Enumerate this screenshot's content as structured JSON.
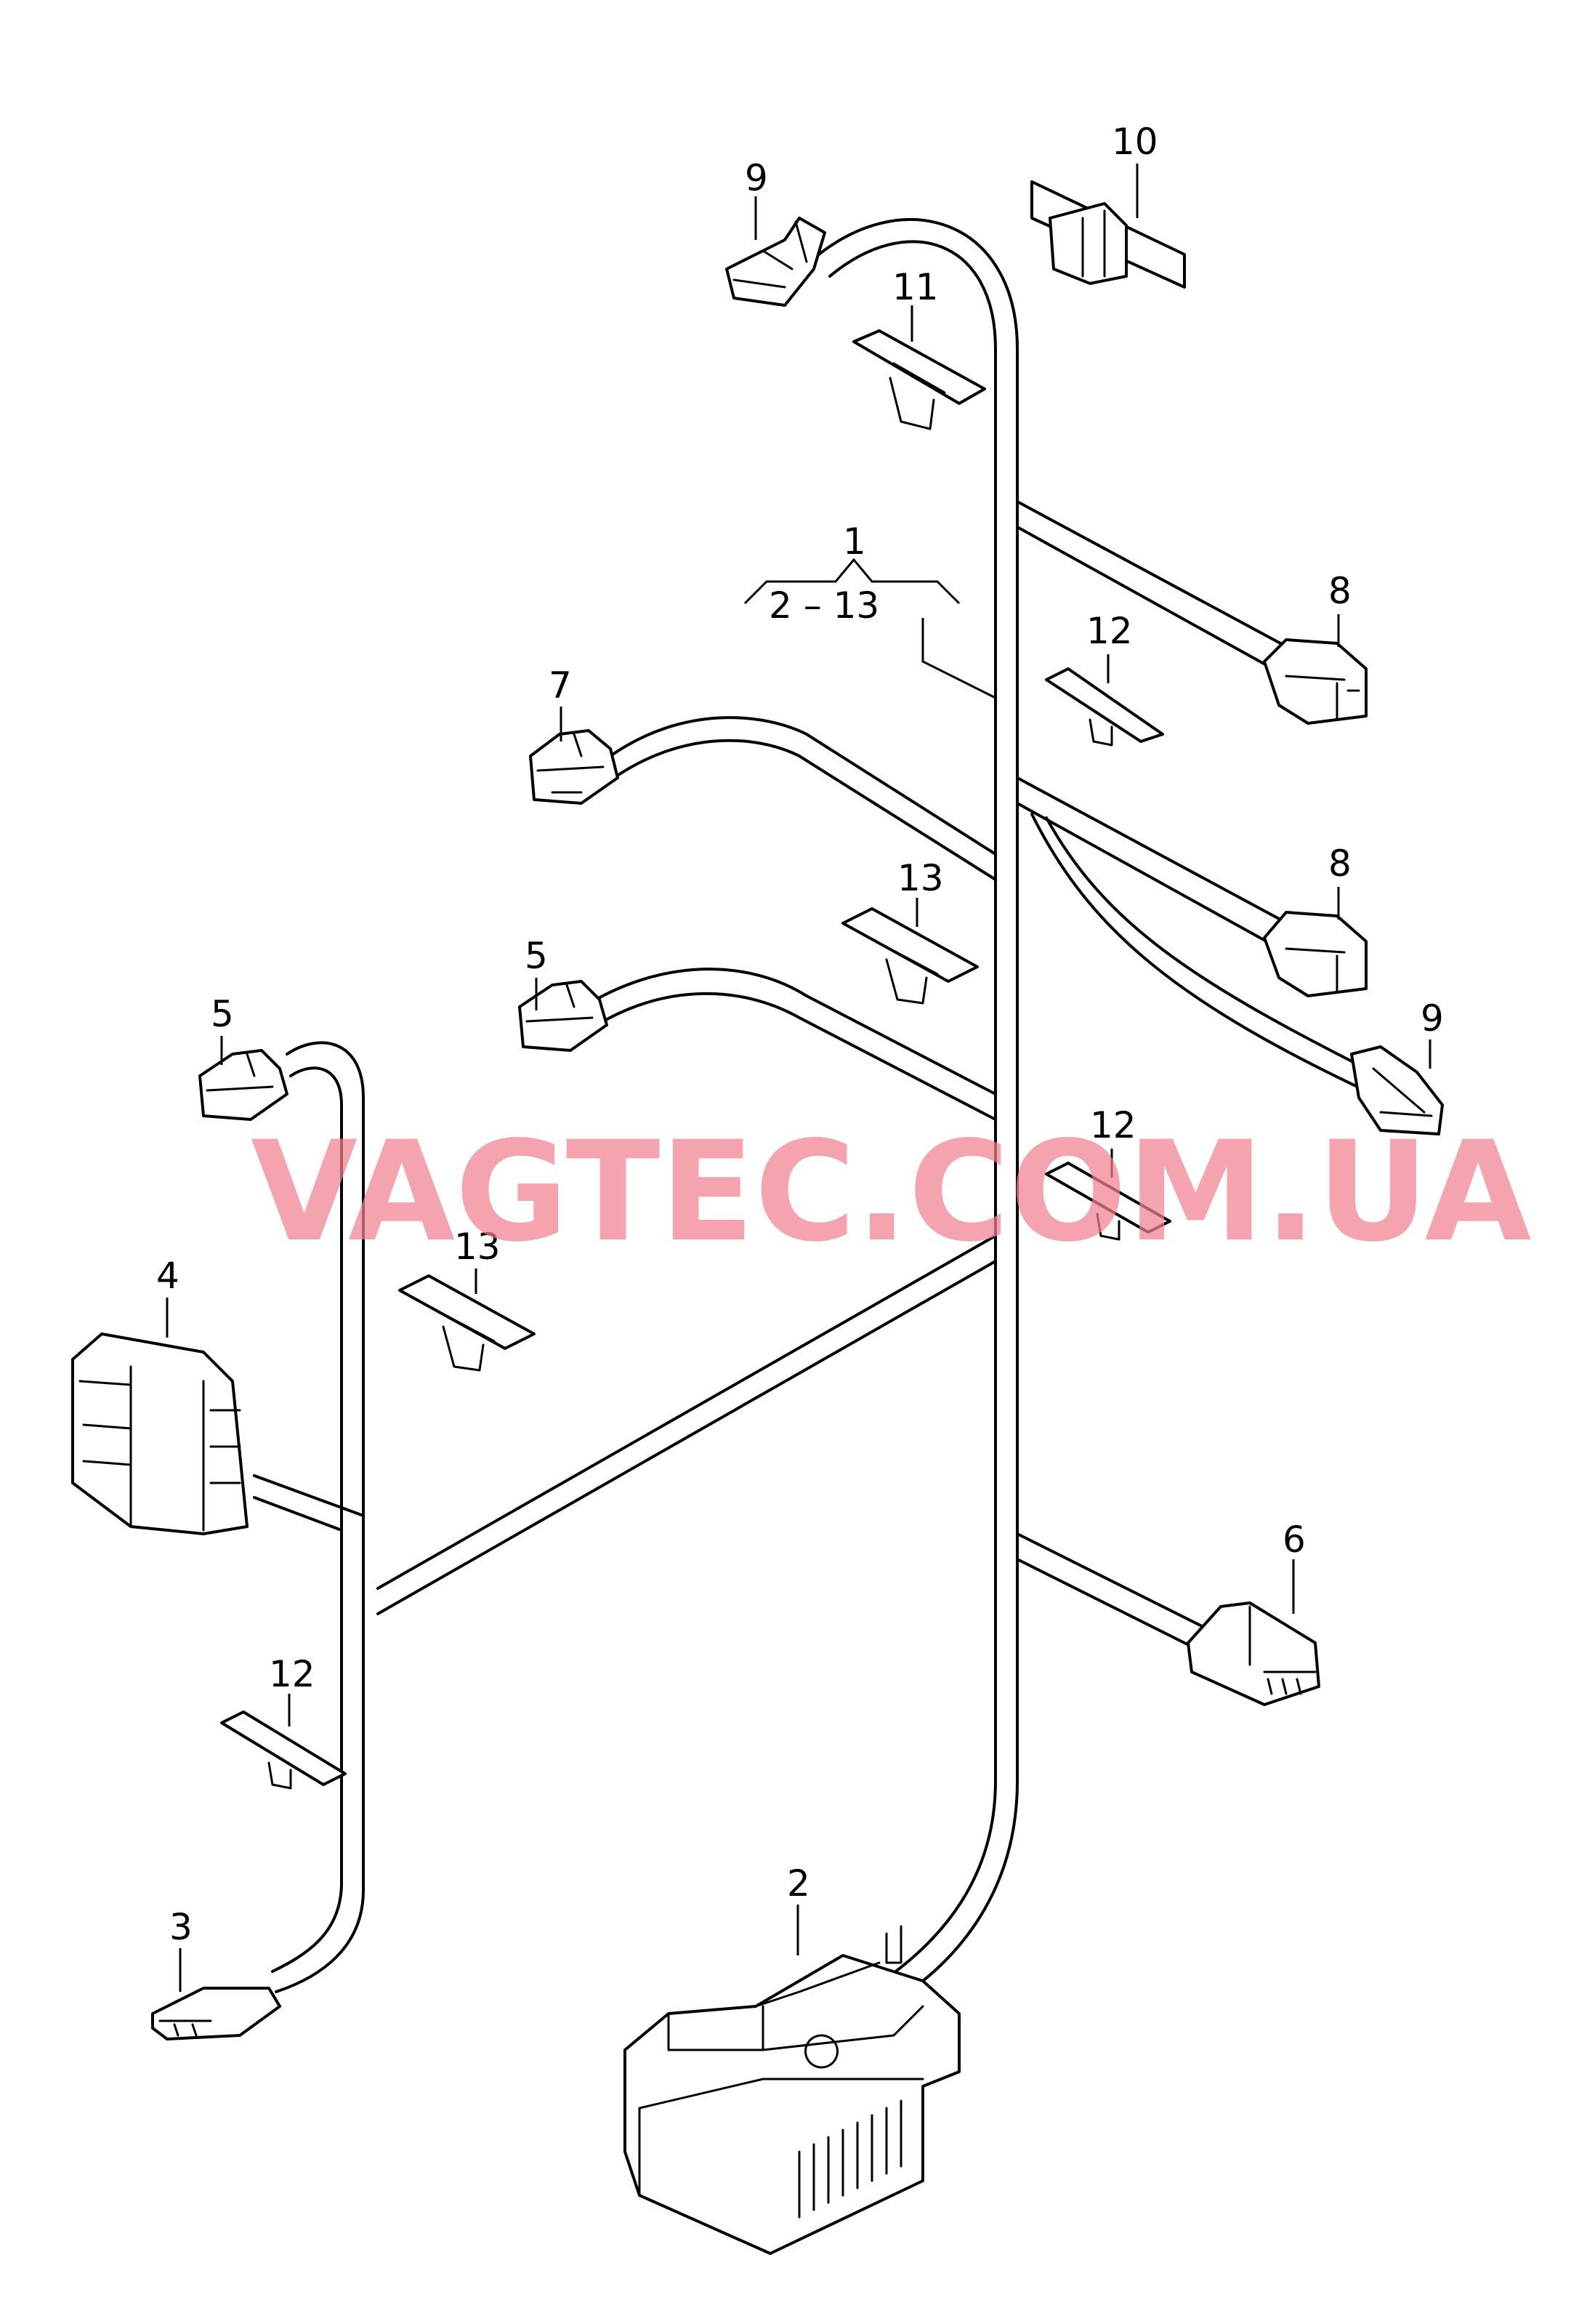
{
  "watermark": "VAGTEC.COM.UA",
  "group_label": {
    "number": "1",
    "range": "2 – 13"
  },
  "callouts": {
    "c2": "2",
    "c3": "3",
    "c4": "4",
    "c5a": "5",
    "c5b": "5",
    "c6": "6",
    "c7": "7",
    "c8a": "8",
    "c8b": "8",
    "c9a": "9",
    "c9b": "9",
    "c10": "10",
    "c11": "11",
    "c12a": "12",
    "c12b": "12",
    "c12c": "12",
    "c13a": "13",
    "c13b": "13"
  },
  "colors": {
    "line": "#000000",
    "watermark": "#f08090",
    "background": "#ffffff"
  }
}
